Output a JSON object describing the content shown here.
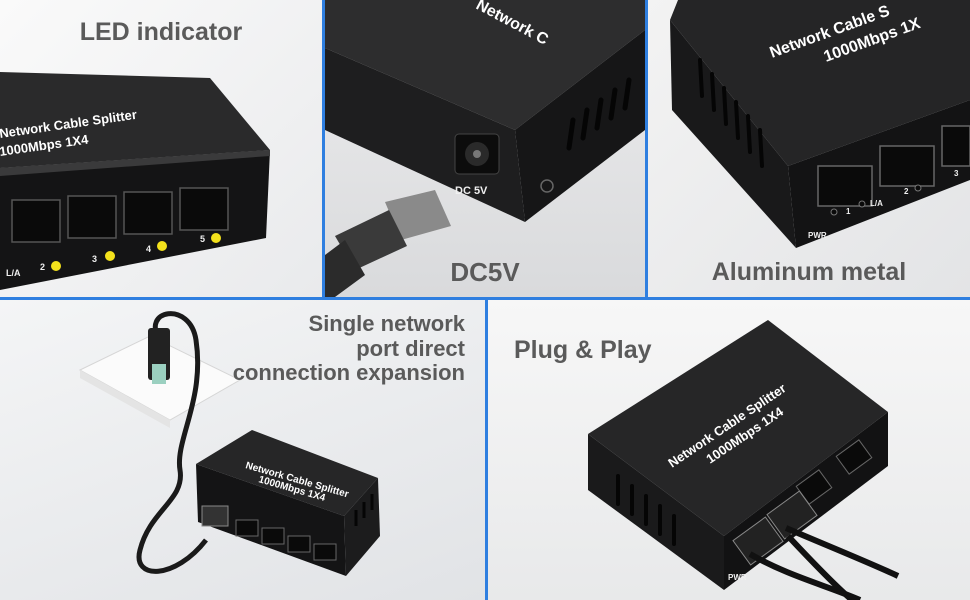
{
  "panels": [
    {
      "caption": "LED indicator",
      "device_line1": "Network Cable Splitter",
      "device_line2": "1000Mbps 1X4",
      "port_labels": [
        "L/A",
        "2",
        "3",
        "4",
        "5"
      ]
    },
    {
      "caption": "DC5V",
      "device_text": "Network C",
      "jack_label": "DC 5V"
    },
    {
      "caption": "Aluminum metal",
      "device_line1": "Network Cable S",
      "device_line2": "1000Mbps 1X",
      "port_labels": [
        "PWR",
        "1",
        "L/A",
        "2",
        "3"
      ]
    },
    {
      "caption_lines": [
        "Single network",
        "port direct",
        "connection expansion"
      ],
      "device_line1": "Network Cable Splitter",
      "device_line2": "1000Mbps 1X4"
    },
    {
      "caption": "Plug & Play",
      "device_line1": "Network Cable Splitter",
      "device_line2": "1000Mbps 1X4",
      "port_labels": [
        "PWR"
      ]
    }
  ],
  "colors": {
    "divider": "#2f7fe0",
    "caption": "#5a5a5a",
    "device": "#1b1b1c",
    "led": "#f4e21c"
  }
}
